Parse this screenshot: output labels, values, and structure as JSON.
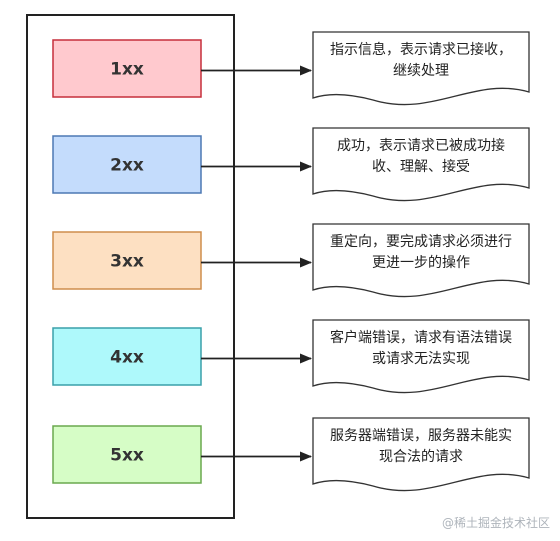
{
  "colors": {
    "container_stroke": "#222222",
    "arrow": "#222222",
    "doc_stroke": "#333333",
    "doc_fill": "#ffffff"
  },
  "status_codes": [
    {
      "code": "1xx",
      "fill": "#ffc9ce",
      "stroke": "#c62f3c",
      "description_lines": [
        "指示信息，表示请求已接收，",
        "继续处理"
      ]
    },
    {
      "code": "2xx",
      "fill": "#c4dcfc",
      "stroke": "#4d78b4",
      "description_lines": [
        "成功，表示请求已被成功接",
        "收、理解、接受"
      ]
    },
    {
      "code": "3xx",
      "fill": "#fde0c2",
      "stroke": "#cf8d4c",
      "description_lines": [
        "重定向，要完成请求必须进行",
        "更进一步的操作"
      ]
    },
    {
      "code": "4xx",
      "fill": "#aef9fb",
      "stroke": "#3aa0aa",
      "description_lines": [
        "客户端错误，请求有语法错误",
        "或请求无法实现"
      ]
    },
    {
      "code": "5xx",
      "fill": "#d6fdc6",
      "stroke": "#6aa84f",
      "description_lines": [
        "服务器端错误，服务器未能实",
        "现合法的请求"
      ]
    }
  ],
  "watermark": "@稀土掘金技术社区"
}
